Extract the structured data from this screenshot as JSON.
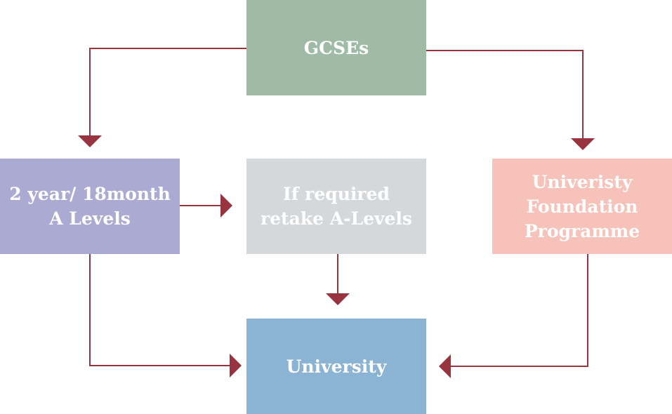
{
  "colors": {
    "connector": "#973440",
    "gcses": "#9fbba6",
    "alevels": "#abaad3",
    "retake": "#d5d8db",
    "foundation": "#f7c2b9",
    "university": "#8ab3d4",
    "text": "#ffffff"
  },
  "nodes": {
    "gcses": {
      "lines": [
        "GCSEs"
      ]
    },
    "alevels": {
      "lines": [
        "2 year/ 18month",
        "A Levels"
      ]
    },
    "retake": {
      "lines": [
        "If required",
        "retake A-Levels"
      ]
    },
    "foundation": {
      "lines": [
        "Univeristy",
        "Foundation",
        "Programme"
      ]
    },
    "university": {
      "lines": [
        "University"
      ]
    }
  },
  "edges": [
    {
      "from": "GCSEs",
      "to": "2 year/ 18month A Levels"
    },
    {
      "from": "GCSEs",
      "to": "Univeristy Foundation Programme"
    },
    {
      "from": "2 year/ 18month A Levels",
      "to": "If required retake A-Levels"
    },
    {
      "from": "If required retake A-Levels",
      "to": "University"
    },
    {
      "from": "2 year/ 18month A Levels",
      "to": "University"
    },
    {
      "from": "Univeristy Foundation Programme",
      "to": "University"
    }
  ]
}
